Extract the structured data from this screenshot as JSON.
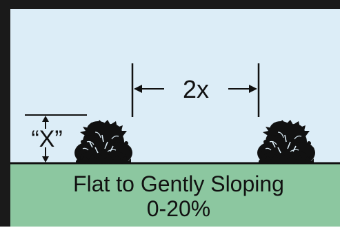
{
  "colors": {
    "sky": "#dcedf7",
    "ground": "#8cc7a0",
    "border": "#1a1a1a",
    "ink": "#111111"
  },
  "labels": {
    "height_marker": "“X”",
    "spacing_marker": "2x",
    "terrain_title": "Flat to Gently Sloping",
    "slope_range": "0-20%"
  },
  "icons": {
    "left_shrub": "shrub-icon",
    "right_shrub": "shrub-icon"
  }
}
